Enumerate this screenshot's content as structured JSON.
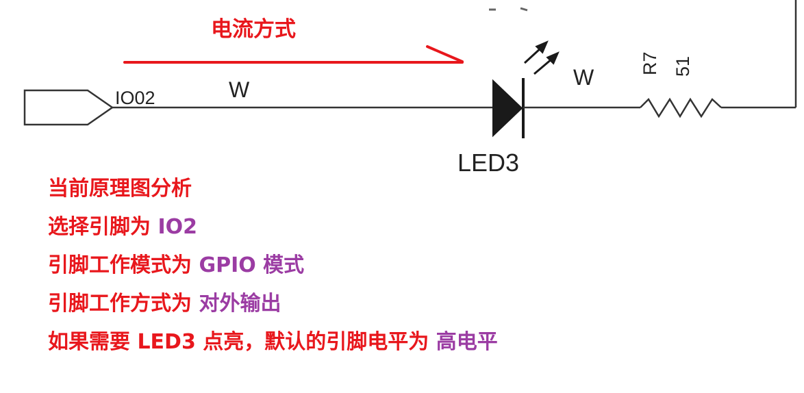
{
  "schematic": {
    "arrow_label": "电流方式",
    "port_label": "IO02",
    "wire_label_left": "W",
    "wire_label_right": "W",
    "led_ref": "LED3",
    "resistor_ref": "R7",
    "resistor_value": "51"
  },
  "colors": {
    "annotation_red": "#e8171c",
    "annotation_purple": "#9b3ca3",
    "schematic_line": "#333333"
  },
  "analysis": [
    {
      "label": "当前原理图分析",
      "value": ""
    },
    {
      "label": "选择引脚为 ",
      "value": "IO2"
    },
    {
      "label": "引脚工作模式为 ",
      "value": "GPIO 模式"
    },
    {
      "label": "引脚工作方式为 ",
      "value": "对外输出"
    },
    {
      "label": "如果需要 LED3 点亮，默认的引脚电平为 ",
      "value": "高电平"
    }
  ]
}
